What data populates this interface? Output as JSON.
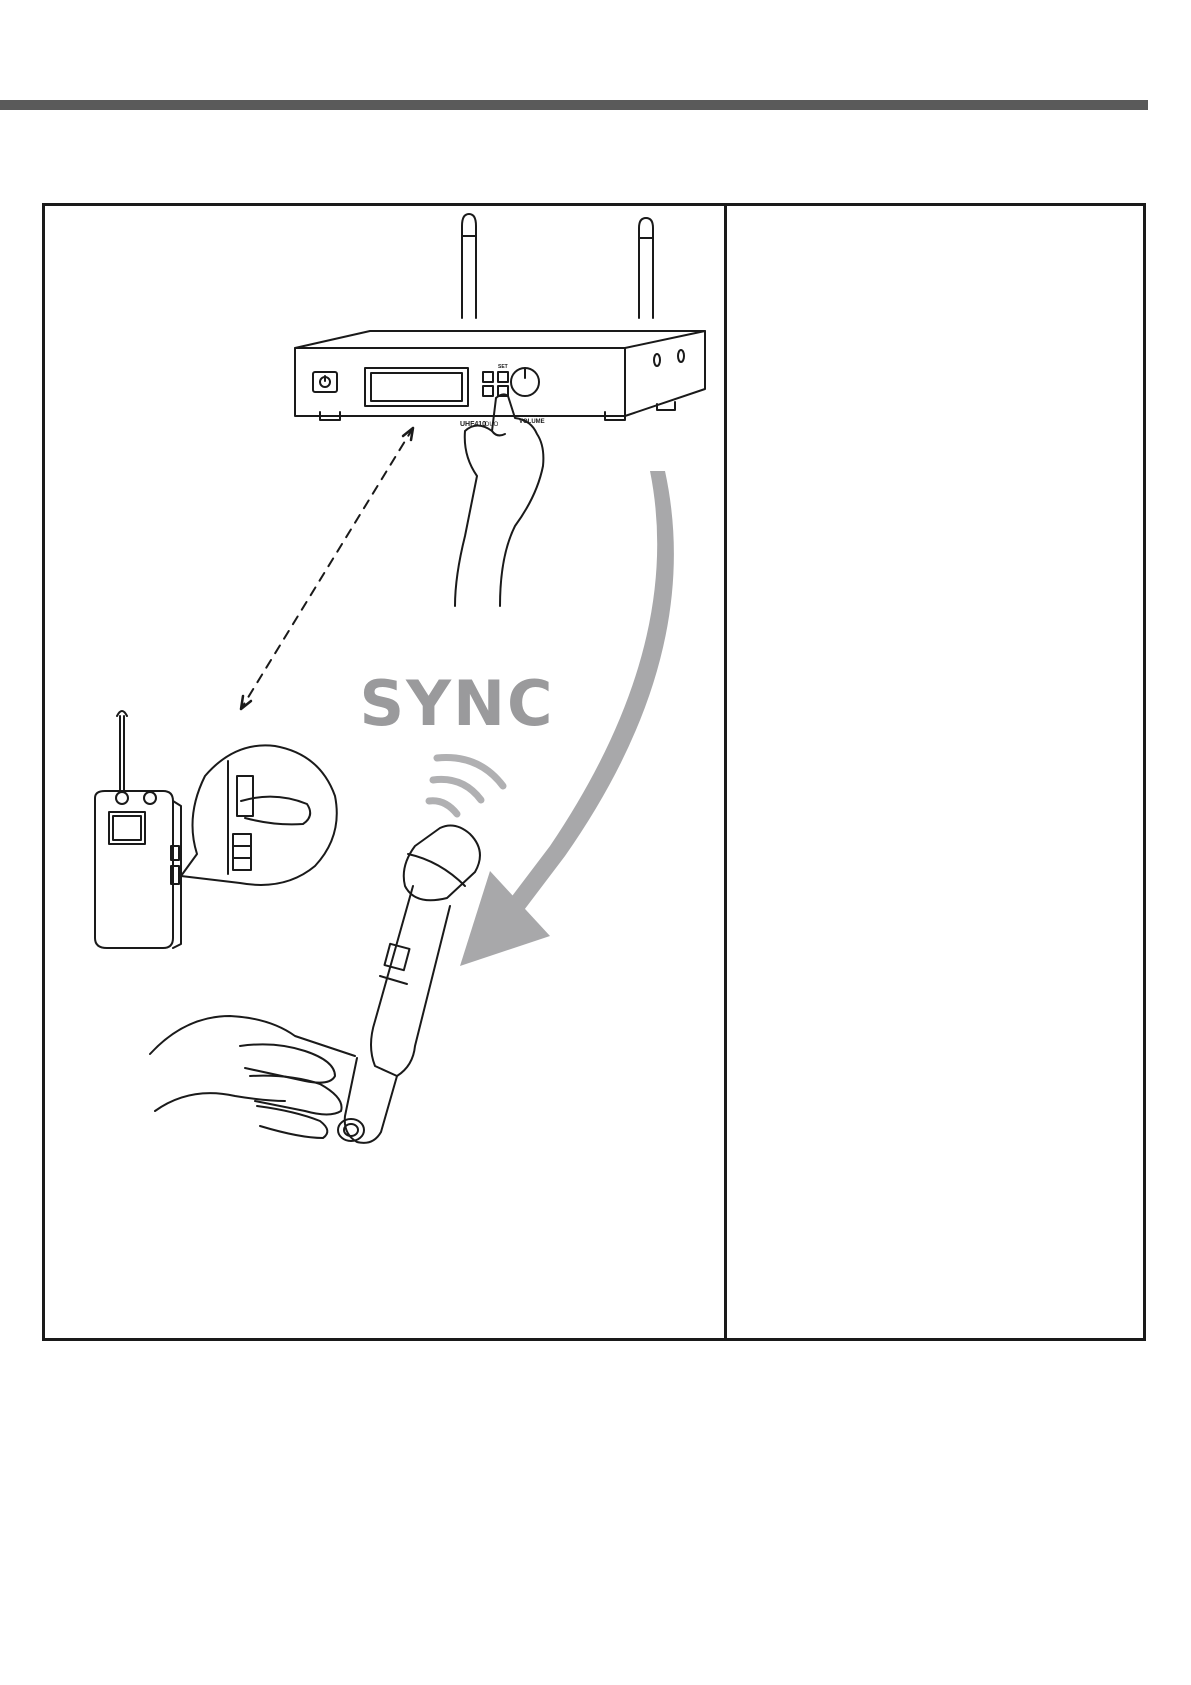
{
  "illustration": {
    "sync_label": "SYNC",
    "receiver_model": "UHF410",
    "receiver_model_suffix": "DUO",
    "receiver_knob_label": "VOLUME",
    "receiver_button_label": "SET",
    "colors": {
      "rule": "#5a5a5a",
      "frame": "#1a1a1a",
      "sync": "#9a9a9c",
      "arrow": "#a8a8aa",
      "line": "#1a1a1a"
    }
  },
  "right_panel": {
    "text": ""
  }
}
